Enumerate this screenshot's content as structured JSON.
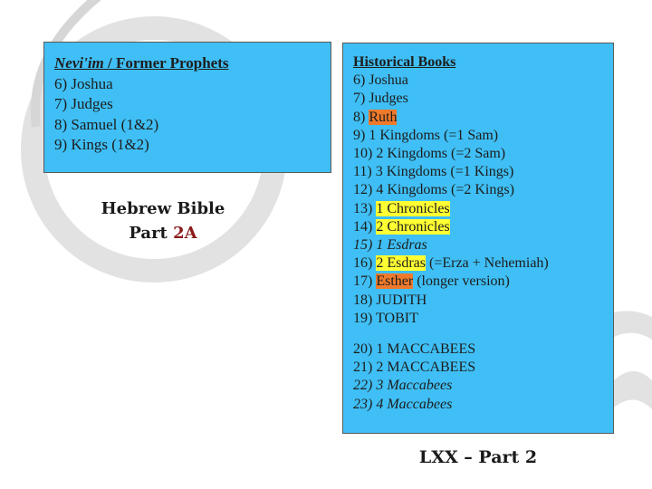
{
  "nevi": {
    "title_a": "Nevi'im",
    "title_b": " / Former Prophets",
    "items": [
      "6) Joshua",
      "7) Judges",
      "8) Samuel (1&2)",
      "9) Kings (1&2)"
    ]
  },
  "hebrew_caption": {
    "line1": "Hebrew Bible",
    "line2_prefix": "Part ",
    "line2_accent": "2A"
  },
  "historical": {
    "title": "Historical Books",
    "items": [
      {
        "pre": "6) Joshua"
      },
      {
        "pre": "7) Judges"
      },
      {
        "pre": "8) ",
        "hl": "Ruth",
        "hl_color": "orange"
      },
      {
        "pre": "9) 1 Kingdoms (=1 Sam)"
      },
      {
        "pre": "10) 2 Kingdoms (=2 Sam)"
      },
      {
        "pre": "11) 3 Kingdoms (=1 Kings)"
      },
      {
        "pre": "12) 4 Kingdoms (=2 Kings)"
      },
      {
        "pre": "13) ",
        "hl": "1 Chronicles",
        "hl_color": "yellow"
      },
      {
        "pre": "14) ",
        "hl": "2 Chronicles",
        "hl_color": "yellow"
      },
      {
        "pre": "15) 1 Esdras",
        "italic": true
      },
      {
        "pre": "16) ",
        "hl": "2 Esdras",
        "hl_color": "yellow",
        "post": " (=Erza + Nehemiah)"
      },
      {
        "pre": "17) ",
        "hl": "Esther",
        "hl_color": "orange",
        "post": " (longer version)"
      },
      {
        "pre": "18) JUDITH"
      },
      {
        "pre": "19) TOBIT"
      }
    ],
    "items2": [
      {
        "pre": "20) 1 MACCABEES"
      },
      {
        "pre": "21) 2 MACCABEES"
      },
      {
        "pre": "22) 3 Maccabees",
        "italic": true
      },
      {
        "pre": "23) 4 Maccabees",
        "italic": true
      }
    ]
  },
  "lxx_caption": "LXX – Part 2",
  "colors": {
    "box": "#3fbff5",
    "orange": "#f07a2c",
    "yellow": "#ffff33",
    "accent": "#8b1a1a",
    "ring": "#dedede"
  }
}
